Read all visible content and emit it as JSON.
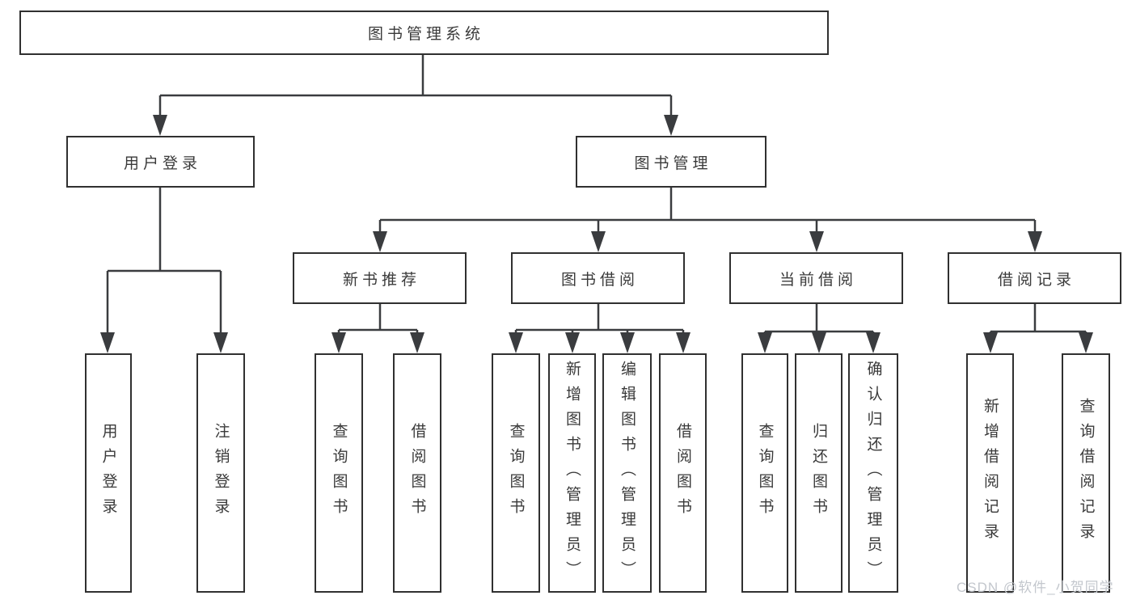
{
  "title": "图书管理系统",
  "tree": {
    "root": {
      "label": "图书管理系统"
    },
    "branches": [
      {
        "label": "用户登录",
        "children": [
          {
            "label": "用户登录"
          },
          {
            "label": "注销登录"
          }
        ]
      },
      {
        "label": "图书管理",
        "sections": [
          {
            "label": "新书推荐",
            "children": [
              {
                "label": "查询图书"
              },
              {
                "label": "借阅图书"
              }
            ]
          },
          {
            "label": "图书借阅",
            "children": [
              {
                "label": "查询图书"
              },
              {
                "label": "新增图书（管理员）"
              },
              {
                "label": "编辑图书（管理员）"
              },
              {
                "label": "借阅图书"
              }
            ]
          },
          {
            "label": "当前借阅",
            "children": [
              {
                "label": "查询图书"
              },
              {
                "label": "归还图书"
              },
              {
                "label": "确认归还（管理员）"
              }
            ]
          },
          {
            "label": "借阅记录",
            "children": [
              {
                "label": "新增借阅记录"
              },
              {
                "label": "查询借阅记录"
              }
            ]
          }
        ]
      }
    ]
  },
  "watermark": {
    "text": "CSDN @软件_小贺同学"
  },
  "colors": {
    "background": "#ffffff",
    "box_border": "#303030",
    "connector_line": "#3a3c3f",
    "text": "#3a3a3a",
    "watermark": "#c3c7cd"
  }
}
